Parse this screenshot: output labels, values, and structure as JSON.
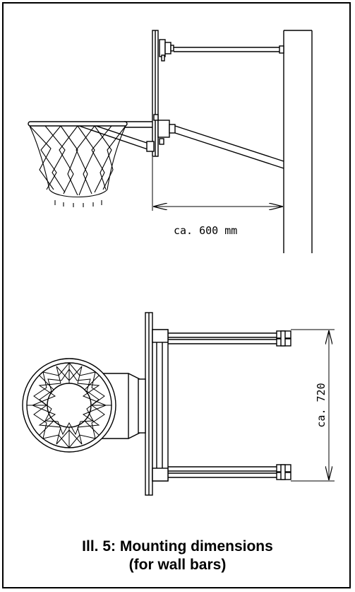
{
  "diagram": {
    "side_view": {
      "dimension_label": "ca. 600 mm"
    },
    "top_view": {
      "dimension_label": "ca. 720"
    }
  },
  "caption": {
    "line1": "Ill. 5: Mounting dimensions",
    "line2": "(for wall bars)"
  }
}
